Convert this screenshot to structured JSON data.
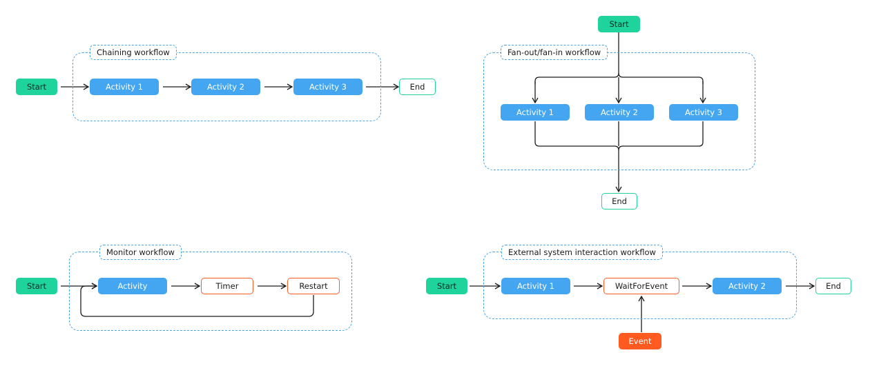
{
  "colors": {
    "start": "#1ed39c",
    "activity": "#44a6f0",
    "outline_orange": "#ff5a1f",
    "dashed_border": "#4aa3e0",
    "wire": "#1a1a1a"
  },
  "chaining": {
    "title": "Chaining workflow",
    "start": "Start",
    "activities": [
      "Activity 1",
      "Activity 2",
      "Activity 3"
    ],
    "end": "End"
  },
  "fanout": {
    "title": "Fan-out/fan-in workflow",
    "start": "Start",
    "activities": [
      "Activity 1",
      "Activity 2",
      "Activity 3"
    ],
    "end": "End"
  },
  "monitor": {
    "title": "Monitor workflow",
    "start": "Start",
    "activity": "Activity",
    "timer": "Timer",
    "restart": "Restart"
  },
  "external": {
    "title": "External system interaction workflow",
    "start": "Start",
    "activity1": "Activity 1",
    "wait": "WaitForEvent",
    "activity2": "Activity 2",
    "end": "End",
    "event": "Event"
  }
}
